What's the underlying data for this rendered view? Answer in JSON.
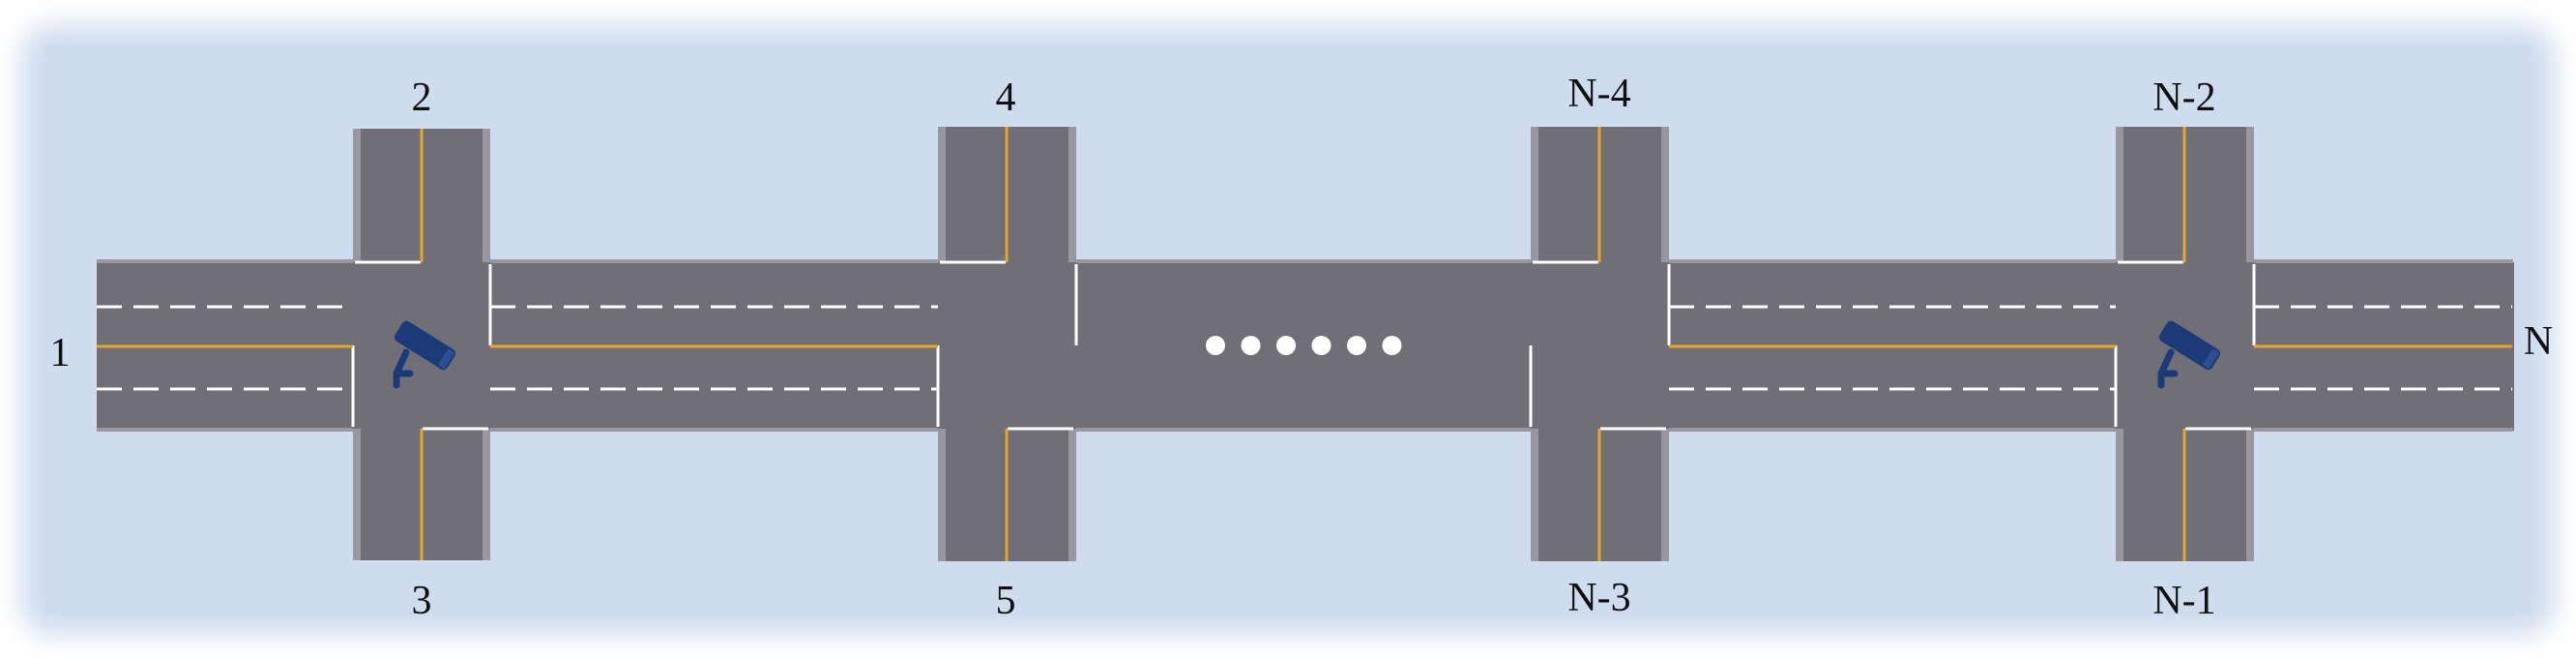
{
  "diagram": {
    "terminals": {
      "left": "1",
      "right": "N"
    },
    "intersections": [
      {
        "top_label": "2",
        "bottom_label": "3",
        "camera": true
      },
      {
        "top_label": "4",
        "bottom_label": "5",
        "camera": false
      },
      {
        "top_label": "N-4",
        "bottom_label": "N-3",
        "camera": false
      },
      {
        "top_label": "N-2",
        "bottom_label": "N-1",
        "camera": true
      }
    ],
    "ellipsis_dots": 6,
    "icons": [
      "camera-icon"
    ],
    "colors": {
      "background": "#cfdcee",
      "road": "#706e77",
      "road_edge": "#98969e",
      "center_line": "#e2a72c",
      "lane_marking": "#ffffff",
      "camera": "#1d3a78"
    }
  }
}
